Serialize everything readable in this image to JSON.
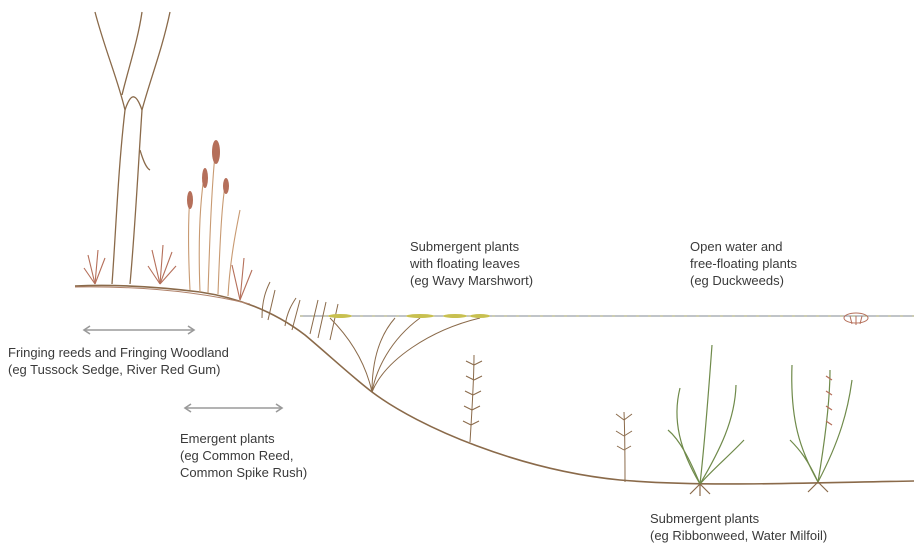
{
  "labels": {
    "fringing": {
      "line1": "Fringing reeds and Fringing Woodland",
      "line2": "(eg Tussock Sedge, River Red Gum)"
    },
    "emergent": {
      "line1": "Emergent plants",
      "line2": "(eg Common Reed,",
      "line3": "Common Spike Rush)"
    },
    "submergent_floating": {
      "line1": "Submergent plants",
      "line2": "with floating leaves",
      "line3": "(eg  Wavy Marshwort)"
    },
    "open_water": {
      "line1": "Open water and",
      "line2": "free-floating plants",
      "line3": "(eg Duckweeds)"
    },
    "submergent": {
      "line1": "Submergent plants",
      "line2": "(eg Ribbonweed, Water Milfoil)"
    }
  },
  "colors": {
    "ground": "#8a6a4a",
    "plant_stem": "#c89a72",
    "plant_head": "#b56f5a",
    "leaf": "#6f8a4a",
    "water_line": "#9aa0a6",
    "floating_leaf": "#c8c050",
    "arrow": "#9a9a9a"
  }
}
